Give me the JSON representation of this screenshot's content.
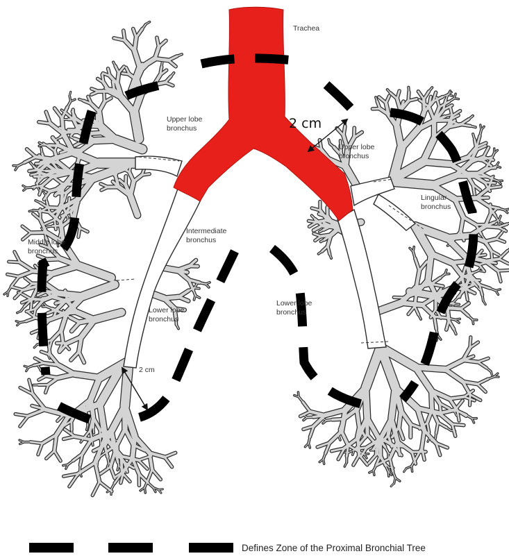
{
  "labels": {
    "trachea": "Trachea",
    "upper_lobe_right": [
      "Upper lobe",
      "bronchus"
    ],
    "upper_lobe_left": [
      "Upper lobe",
      "bronchus"
    ],
    "intermediate": [
      "Intermediate",
      "bronchus"
    ],
    "middle_lobe": [
      "Middle lobe",
      "bronchus"
    ],
    "lower_lobe_right": [
      "Lower lobe",
      "bronchus"
    ],
    "lower_lobe_left": [
      "Lower lobe",
      "bronchus"
    ],
    "lingular": [
      "Lingular",
      "bronchus"
    ]
  },
  "measurements": {
    "upper": "2 cm",
    "lower": "2 cm"
  },
  "legend": {
    "text": "Defines Zone of the Proximal Bronchial Tree"
  },
  "colors": {
    "trachea_fill": "#e8201c",
    "zone_line": "#000000",
    "outline": "#2b2b2b",
    "branch_shading": "#d4d4d4"
  }
}
